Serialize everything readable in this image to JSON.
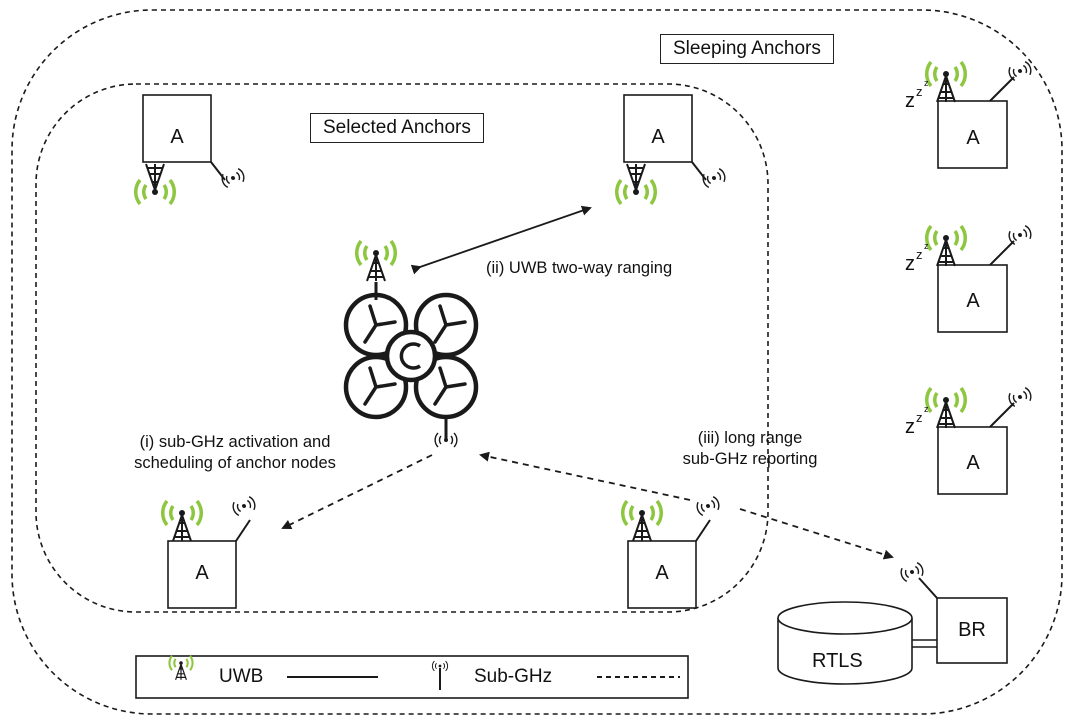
{
  "labels": {
    "sleeping_anchors": "Sleeping Anchors",
    "selected_anchors": "Selected Anchors",
    "anchor": "A",
    "border_router": "BR",
    "rtls": "RTLS",
    "zzz": "z",
    "uwb_ranging": "(ii) UWB two-way ranging",
    "activation_line1": "(i) sub-GHz activation and",
    "activation_line2": "scheduling of anchor nodes",
    "reporting_line1": "(iii) long range",
    "reporting_line2": "sub-GHz reporting"
  },
  "legend": {
    "uwb": "UWB",
    "subghz": "Sub-GHz"
  },
  "colors": {
    "uwb_signal": "#8dc63f",
    "line": "#1a1a1a"
  }
}
